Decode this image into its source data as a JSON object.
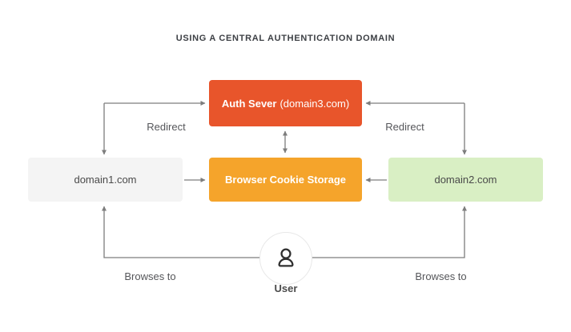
{
  "title": "USING A CENTRAL AUTHENTICATION DOMAIN",
  "nodes": {
    "auth_server": {
      "label_bold": "Auth Sever",
      "label_normal": "(domain3.com)",
      "color": "#E8552B"
    },
    "cookie_storage": {
      "label": "Browser Cookie Storage",
      "color": "#F5A42B"
    },
    "domain1": {
      "label": "domain1.com",
      "color": "#F4F4F4"
    },
    "domain2": {
      "label": "domain2.com",
      "color": "#D9EFC4"
    }
  },
  "user": {
    "label": "User",
    "icon": "person-icon"
  },
  "edge_labels": {
    "redirect_left": "Redirect",
    "redirect_right": "Redirect",
    "browses_left": "Browses to",
    "browses_right": "Browses to"
  },
  "colors": {
    "arrow": "#7d7d7d",
    "title_text": "#3d4045",
    "label_text": "#55565a",
    "domain_text": "#4a4a4a",
    "background": "#ffffff",
    "user_icon_stroke": "#2f2f2f"
  }
}
